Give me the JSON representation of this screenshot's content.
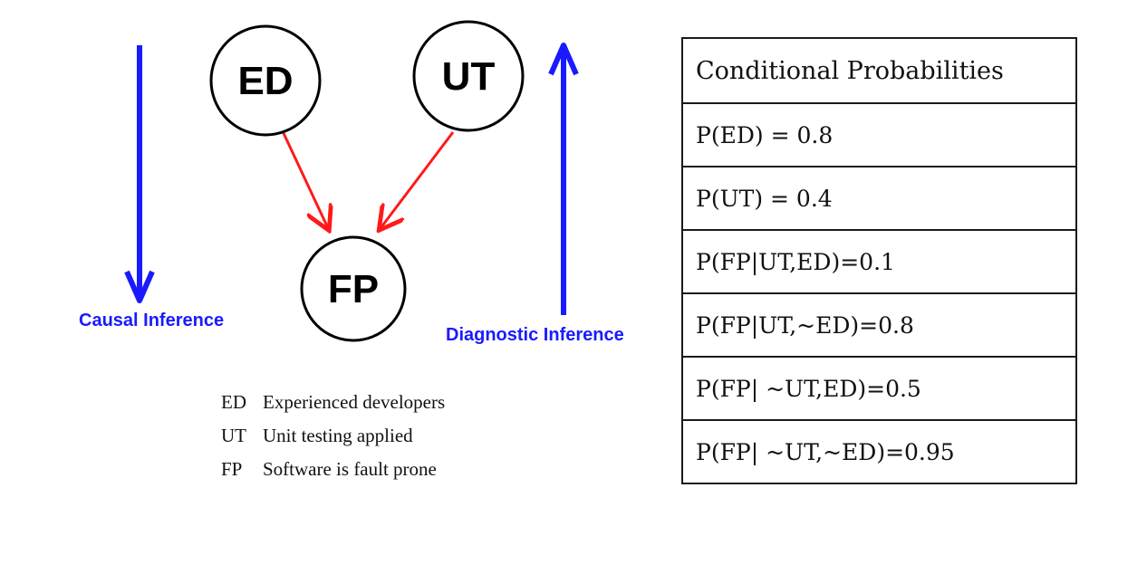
{
  "colors": {
    "edge": "#ff1a1a",
    "inference_arrow": "#1a1aff",
    "inference_text": "#1a1aff",
    "node_stroke": "#000000"
  },
  "nodes": {
    "ed": "ED",
    "ut": "UT",
    "fp": "FP"
  },
  "edges": [
    {
      "from": "ED",
      "to": "FP"
    },
    {
      "from": "UT",
      "to": "FP"
    }
  ],
  "inference": {
    "causal": "Causal Inference",
    "diagnostic": "Diagnostic Inference"
  },
  "legend": [
    {
      "abbr": "ED",
      "text": "Experienced developers"
    },
    {
      "abbr": "UT",
      "text": "Unit testing applied"
    },
    {
      "abbr": "FP",
      "text": "Software is fault prone"
    }
  ],
  "table": {
    "header": "Conditional Probabilities",
    "rows": [
      "P(ED) = 0.8",
      "P(UT) = 0.4",
      "P(FP|UT,ED)=0.1",
      "P(FP|UT,~ED)=0.8",
      "P(FP| ~UT,ED)=0.5",
      "P(FP| ~UT,~ED)=0.95"
    ]
  }
}
